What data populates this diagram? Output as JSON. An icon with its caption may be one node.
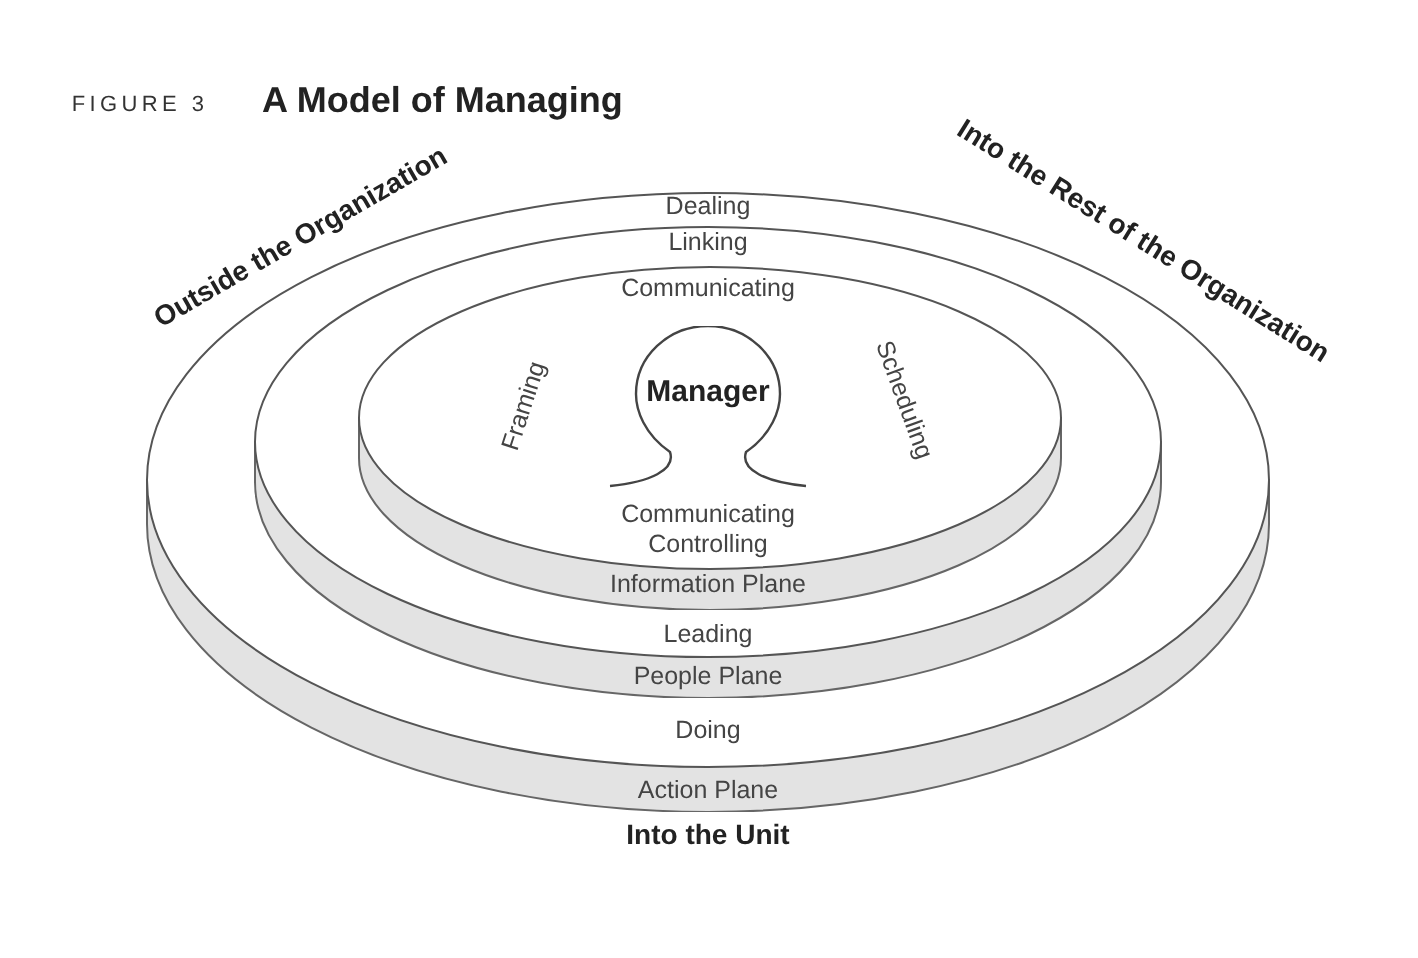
{
  "diagram": {
    "title": "A Model of Managing",
    "nodes": [
      {
        "text": [
          "Dealing",
          "Doing",
          "Action Plane"
        ]
      },
      {
        "text": [
          "Linking",
          "Leading",
          "People Plane"
        ],
        "in": 0
      },
      {
        "text": [
          "Communicating",
          "Framing",
          "Scheduling",
          "Communicating",
          "Controlling",
          "Information Plane"
        ],
        "in": 1
      },
      {
        "text": [
          "Manager"
        ],
        "in": 2
      }
    ],
    "labels": [
      "FIGURE 3",
      "Outside the Organization",
      "Into the Rest of the Organization",
      "Into the Unit"
    ]
  }
}
